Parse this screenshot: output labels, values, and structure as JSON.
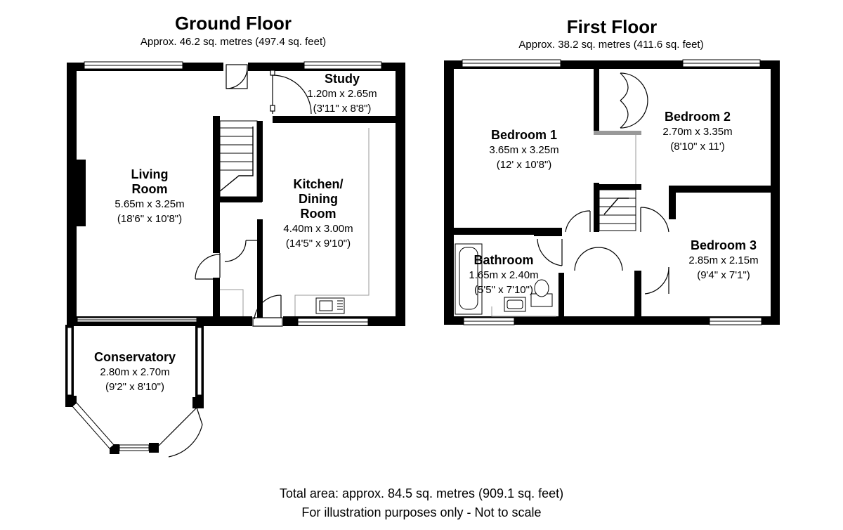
{
  "ground_floor": {
    "title": "Ground Floor",
    "area": "Approx.  46.2 sq. metres (497.4 sq. feet)",
    "rooms": {
      "study": {
        "name": "Study",
        "metric": "1.20m x 2.65m",
        "imperial": "(3'11\" x 8'8\")"
      },
      "living": {
        "name_line1": "Living",
        "name_line2": "Room",
        "metric": "5.65m x 3.25m",
        "imperial": "(18'6\" x 10'8\")"
      },
      "kitchen": {
        "name_line1": "Kitchen/",
        "name_line2": "Dining",
        "name_line3": "Room",
        "metric": "4.40m x 3.00m",
        "imperial": "(14'5\" x 9'10\")"
      },
      "conservatory": {
        "name": "Conservatory",
        "metric": "2.80m x 2.70m",
        "imperial": "(9'2\" x 8'10\")"
      }
    }
  },
  "first_floor": {
    "title": "First Floor",
    "area": "Approx.  38.2 sq. metres (411.6 sq. feet)",
    "rooms": {
      "bedroom1": {
        "name": "Bedroom 1",
        "metric": "3.65m x 3.25m",
        "imperial": "(12' x 10'8\")"
      },
      "bedroom2": {
        "name": "Bedroom 2",
        "metric": "2.70m x 3.35m",
        "imperial": "(8'10\" x 11')"
      },
      "bedroom3": {
        "name": "Bedroom 3",
        "metric": "2.85m x 2.15m",
        "imperial": "(9'4\" x 7'1\")"
      },
      "bathroom": {
        "name": "Bathroom",
        "metric": "1.65m x 2.40m",
        "imperial": "(5'5\" x 7'10\")"
      }
    }
  },
  "footer": {
    "total": "Total area: approx.  84.5 sq. metres (909.1 sq. feet)",
    "note": "For illustration purposes only - Not to scale"
  },
  "colors": {
    "wall": "#000000",
    "fixture": "#999999",
    "background": "#ffffff"
  }
}
